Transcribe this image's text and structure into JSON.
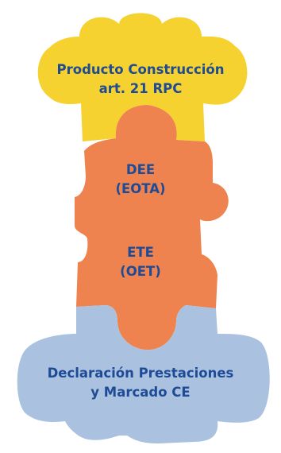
{
  "colors": {
    "yellow": "#F5D22F",
    "orange": "#EE8350",
    "blue": "#AAC2E0",
    "text": "#1E4B96"
  },
  "pieces": [
    {
      "lines": [
        "Producto Construcción",
        "art. 21 RPC"
      ]
    },
    {
      "lines": [
        "DEE",
        "(EOTA)"
      ]
    },
    {
      "lines": [
        "ETE",
        "(OET)"
      ]
    },
    {
      "lines": [
        "Declaración Prestaciones",
        "y Marcado CE"
      ]
    }
  ]
}
